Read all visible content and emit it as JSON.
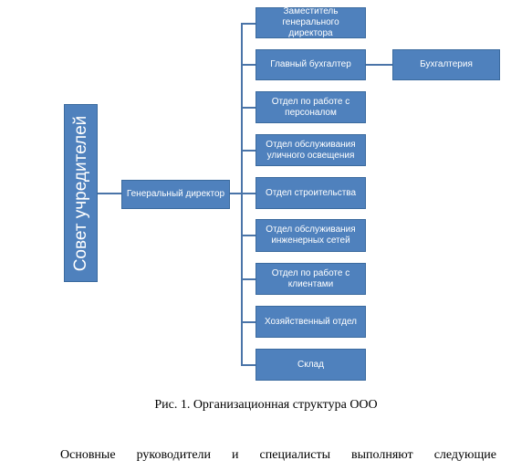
{
  "diagram": {
    "founders": "Совет учредителей",
    "general_director": "Генеральный директор",
    "departments": [
      "Заместитель генерального директора",
      "Главный бухгалтер",
      "Отдел по работе с персоналом",
      "Отдел обслуживания уличного освещения",
      "Отдел строительства",
      "Отдел обслуживания инженерных сетей",
      "Отдел по работе с клиентами",
      "Хозяйственный отдел",
      "Склад"
    ],
    "accounting": "Бухгалтерия"
  },
  "caption": "Рис. 1. Организационная структура ООО",
  "paragraph": "Основные руководители и специалисты выполняют следующие"
}
